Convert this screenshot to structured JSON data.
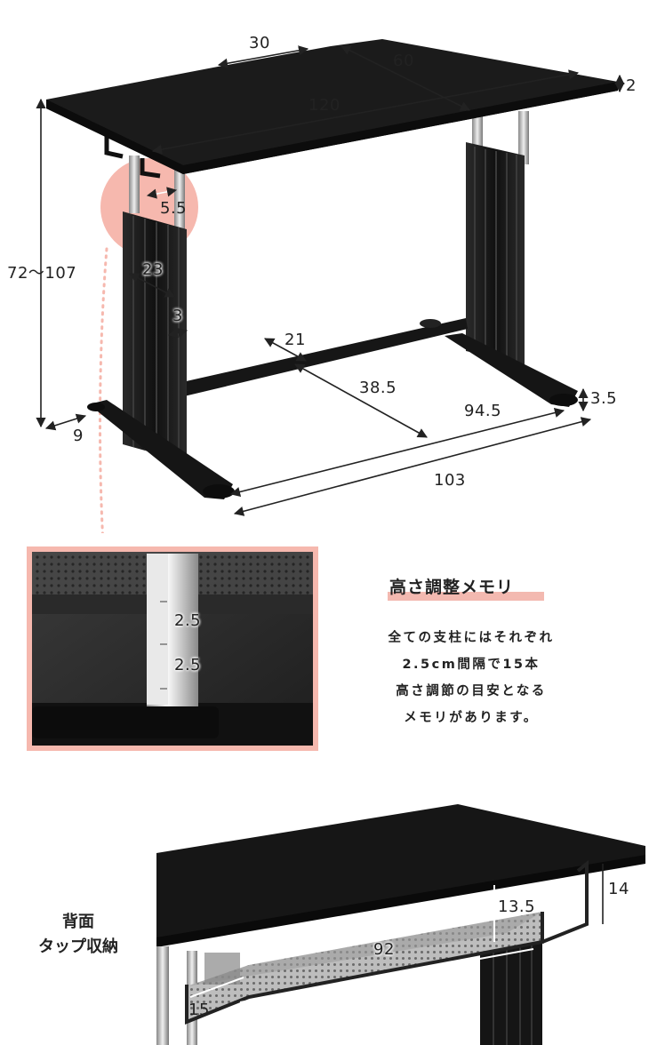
{
  "dimensions": {
    "notch_width": "30",
    "depth": "60",
    "top_thickness": "2",
    "width": "120",
    "height": "72〜107",
    "hook_width": "5.5",
    "leg_width": "23",
    "leg_thickness": "3",
    "crossbar_width": "21",
    "inner_depth": "38.5",
    "inner_width": "94.5",
    "foot_height": "3.5",
    "foot_offset": "9",
    "base_width": "103"
  },
  "detail": {
    "scale_step_1": "2.5",
    "scale_step_2": "2.5"
  },
  "height_scale": {
    "heading": "高さ調整メモリ",
    "lines": [
      "全ての支柱にはそれぞれ",
      "2.5cm間隔で15本",
      "高さ調節の目安となる",
      "メモリがあります。"
    ]
  },
  "tray": {
    "label_line1": "背面",
    "label_line2": "タップ収納",
    "height": "14",
    "inner_height": "13.5",
    "length": "92",
    "depth": "15"
  },
  "colors": {
    "accent_pink": "#f3b9b0",
    "desk_black": "#1b1b1b"
  }
}
